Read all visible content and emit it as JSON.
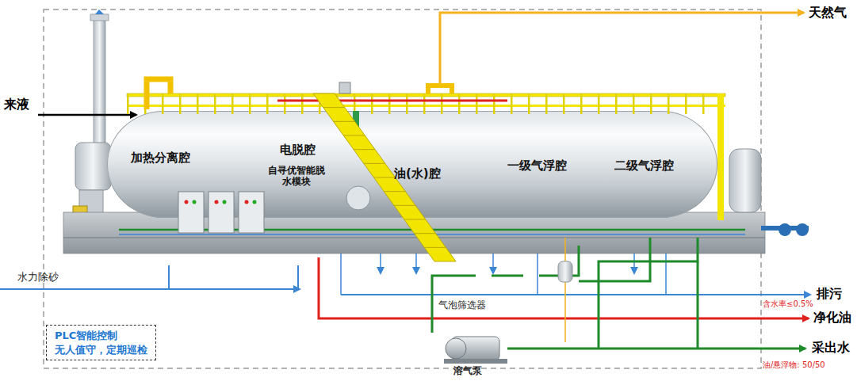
{
  "diagram": {
    "nodes": [
      {
        "text": [
          "加热分离腔",
          "电脱腔",
          "自寻优智能脱水模块",
          "油(水)腔",
          "一级气浮腔",
          "二级气浮腔"
        ]
      },
      {
        "text": [
          "PLC智能控制",
          "无人值守，定期巡检"
        ]
      }
    ],
    "labels": [
      "来液",
      "天然气",
      "水力除砂",
      "排污",
      "气泡筛选器",
      "含水率≤0.5%",
      "净化油",
      "采出水",
      "油/悬浮物: 50/50",
      "溶气泵"
    ]
  }
}
